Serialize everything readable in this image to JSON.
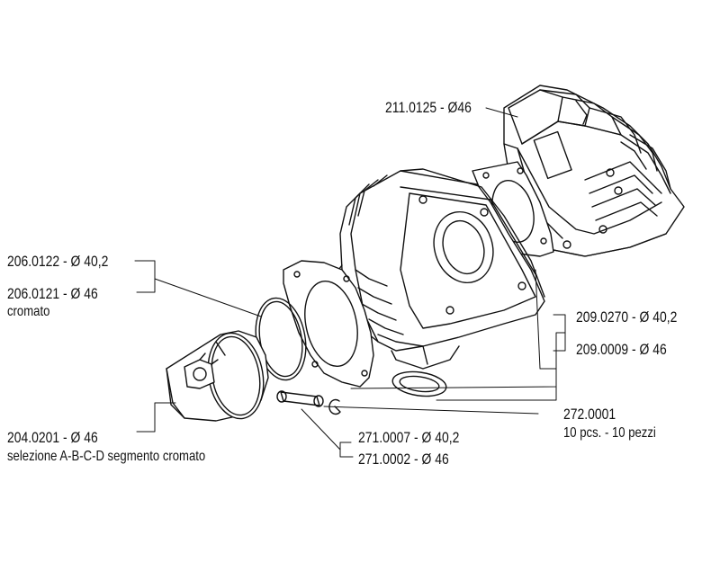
{
  "colors": {
    "ink": "#111111",
    "paper": "#ffffff",
    "shade": "#c8c8c8"
  },
  "labels": {
    "head": "211.0125 - Ø46",
    "ring_40": "206.0122 - Ø 40,2",
    "ring_46": "206.0121 - Ø 46",
    "ring_note": "cromato",
    "cylinder_40": "209.0270 - Ø 40,2",
    "cylinder_46": "209.0009 - Ø 46",
    "clip": "272.0001",
    "clip_note": "10 pcs. - 10 pezzi",
    "piston": "204.0201 - Ø 46",
    "piston_note": "selezione A-B-C-D segmento cromato",
    "pin_40": "271.0007 - Ø 40,2",
    "pin_46": "271.0002 - Ø 46"
  }
}
